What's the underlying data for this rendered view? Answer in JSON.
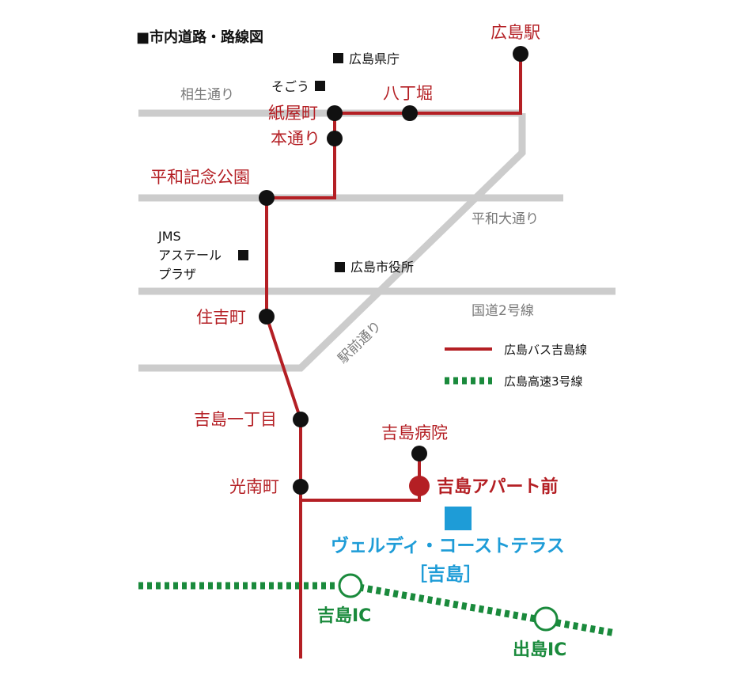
{
  "title": "■市内道路・路線図",
  "colors": {
    "bus_line": "#b41f24",
    "road": "#cccccc",
    "expressway": "#1a8a3c",
    "property": "#1e9cd7"
  },
  "roads": {
    "aioi": "相生通り",
    "heiwa_odori": "平和大通り",
    "kokudo2": "国道2号線",
    "ekimae": "駅前通り"
  },
  "landmarks": {
    "kencho": "広島県庁",
    "sogo": "そごう",
    "jms_line1": "JMS",
    "jms_line2": "アステール",
    "jms_line3": "プラザ",
    "shiyakusho": "広島市役所"
  },
  "stations": {
    "hiroshima_eki": "広島駅",
    "hacchobori": "八丁堀",
    "kamiyacho": "紙屋町",
    "hondori": "本通り",
    "heiwa_kinen_koen": "平和記念公園",
    "sumiyoshicho": "住吉町",
    "yoshijima_1chome": "吉島一丁目",
    "konancho": "光南町",
    "yoshijima_byoin": "吉島病院",
    "yoshijima_apart_mae": "吉島アパート前"
  },
  "property": {
    "name": "ヴェルディ・コーストテラス",
    "area": "［吉島］"
  },
  "interchanges": {
    "yoshijima_ic": "吉島IC",
    "dejima_ic": "出島IC"
  },
  "legend": {
    "bus": "広島バス吉島線",
    "expressway": "広島高速3号線"
  }
}
